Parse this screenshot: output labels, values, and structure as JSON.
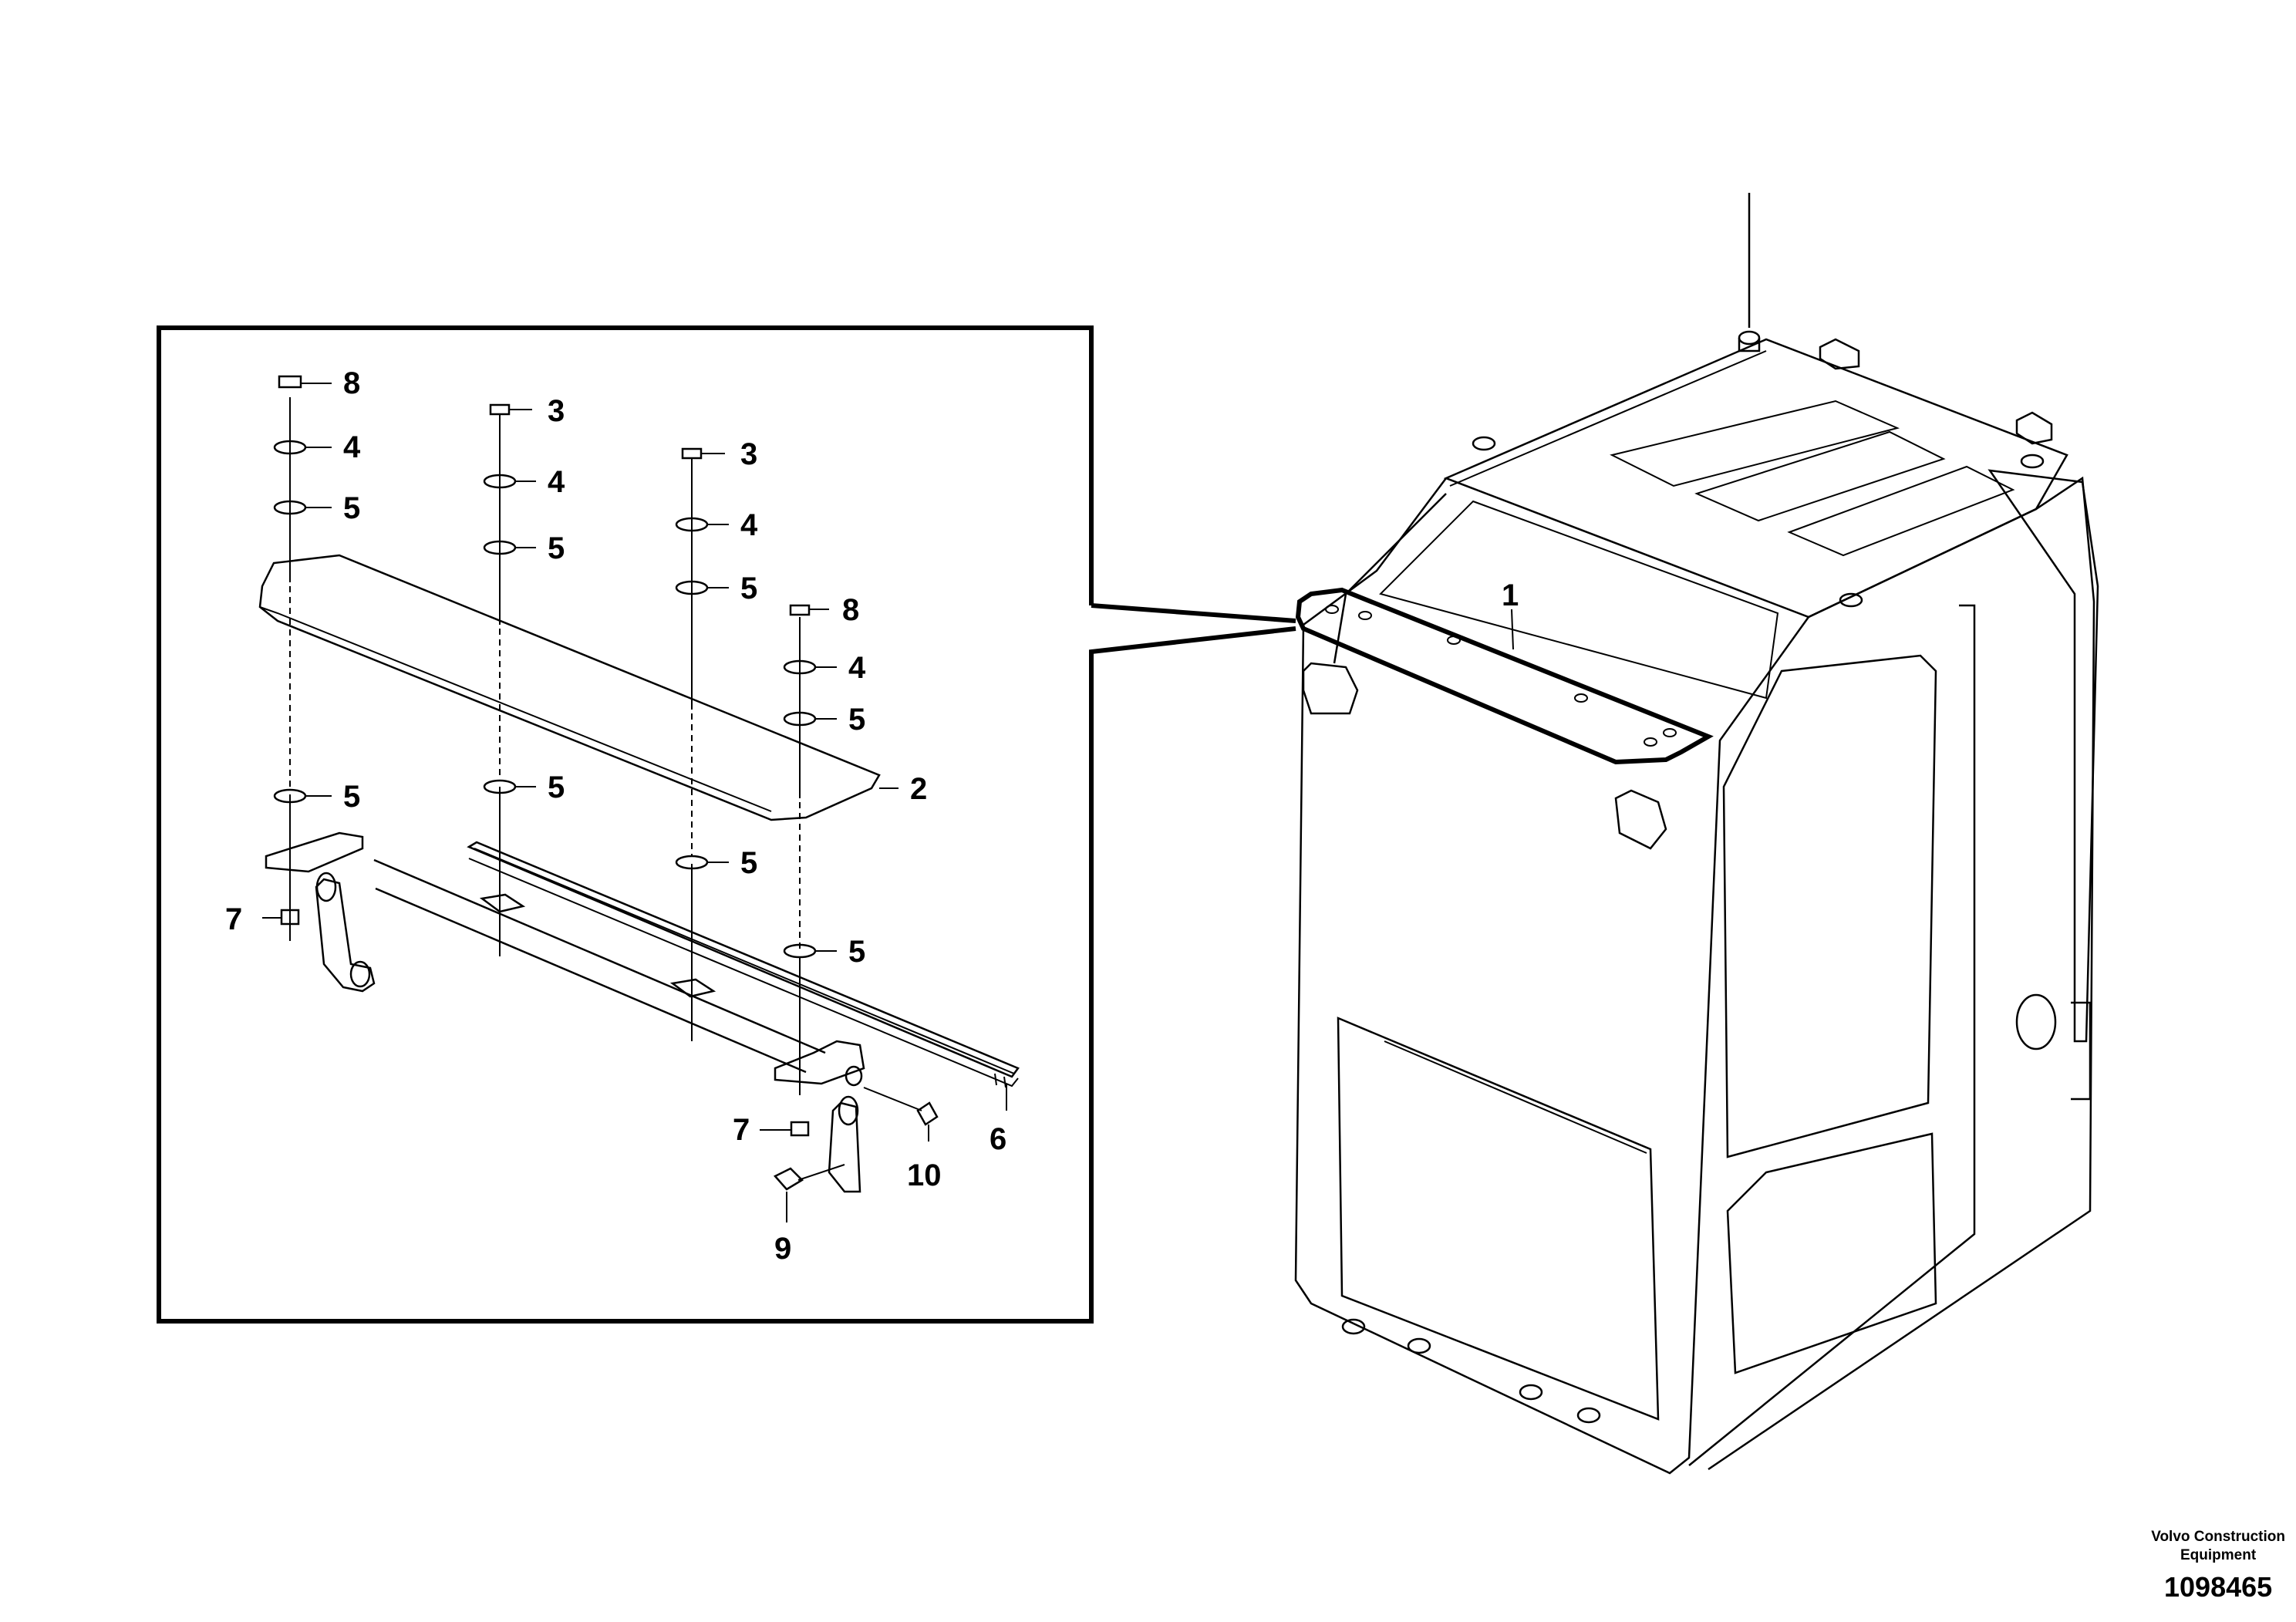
{
  "callouts": {
    "c1": "1",
    "c2": "2",
    "c3a": "3",
    "c3b": "3",
    "c4a": "4",
    "c4b": "4",
    "c4c": "4",
    "c4d": "4",
    "c5a": "5",
    "c5b": "5",
    "c5c": "5",
    "c5d": "5",
    "c5e": "5",
    "c5f": "5",
    "c5g": "5",
    "c5h": "5",
    "c6": "6",
    "c7a": "7",
    "c7b": "7",
    "c8a": "8",
    "c8b": "8",
    "c9": "9",
    "c10": "10"
  },
  "footer": {
    "manufacturer_line1": "Volvo Construction",
    "manufacturer_line2": "Equipment",
    "reference": "1098465"
  }
}
